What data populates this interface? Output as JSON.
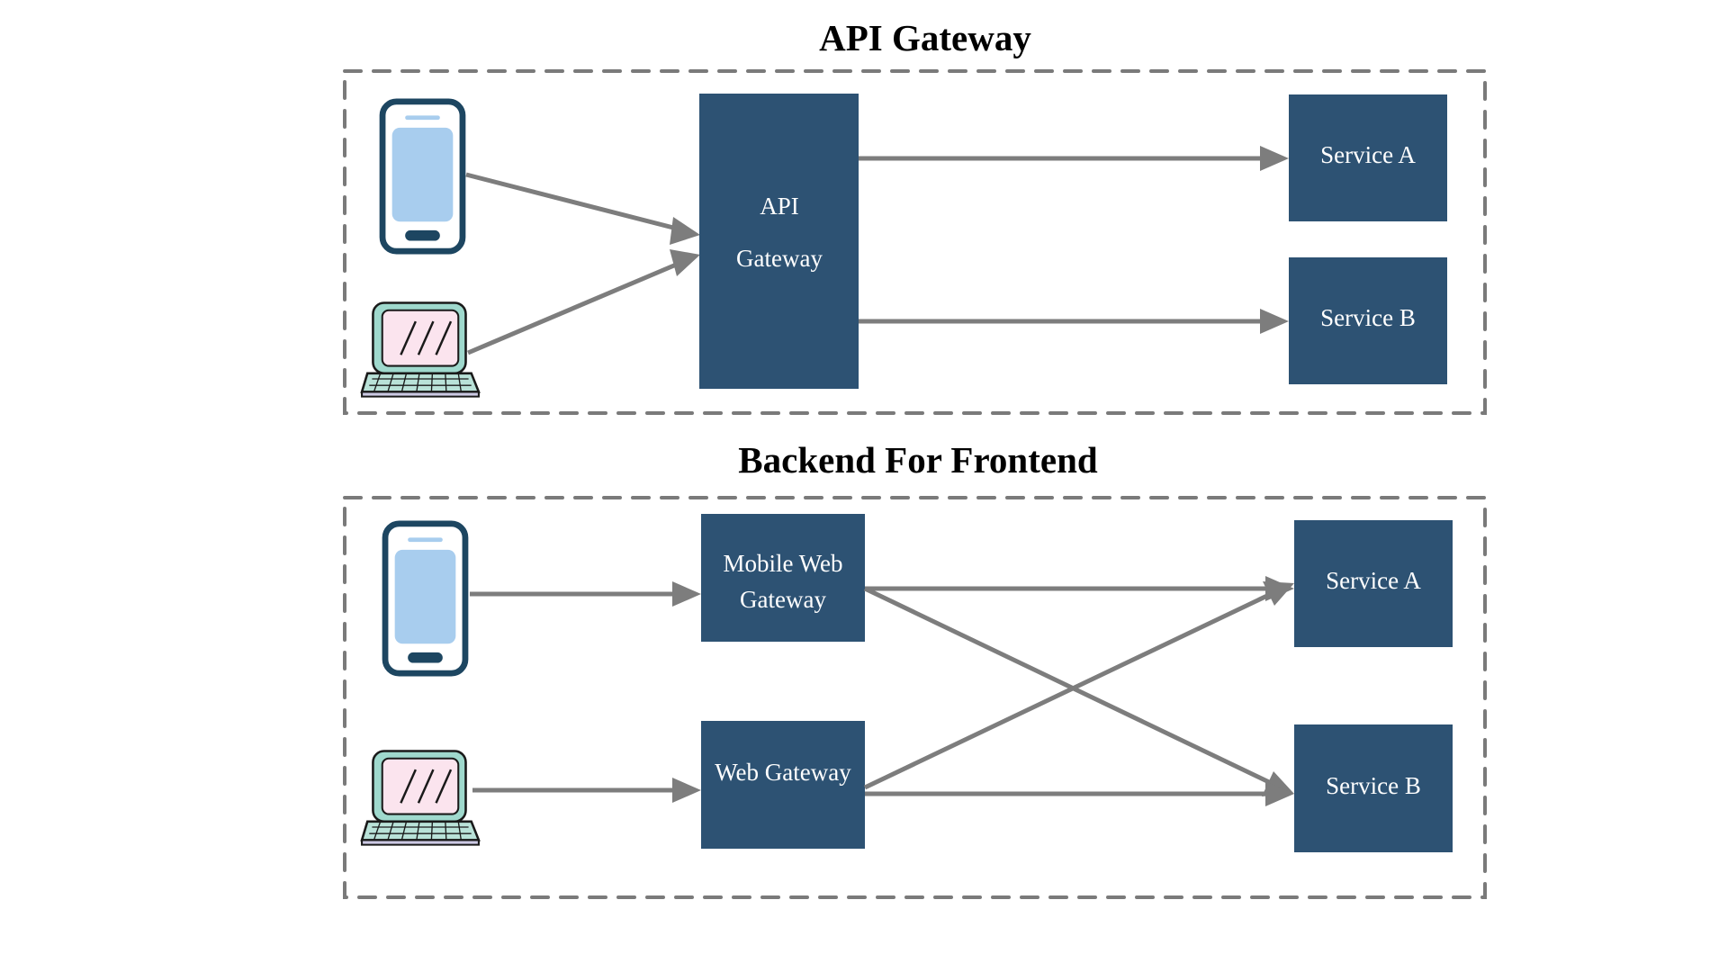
{
  "page": {
    "background": "#ffffff",
    "accent_box_color": "#2d5273",
    "arrow_color": "#7d7d7d",
    "region_border_color": "#7a7a7a",
    "title_color": "#000000"
  },
  "sections": [
    {
      "id": "api-gateway",
      "title": "API Gateway",
      "clients": [
        {
          "type": "phone-icon",
          "name": "mobile-phone-client"
        },
        {
          "type": "laptop-icon",
          "name": "laptop-client"
        }
      ],
      "gateways": [
        {
          "id": "api-gateway-node",
          "lines": [
            "API",
            "Gateway"
          ]
        }
      ],
      "services": [
        {
          "id": "service-a",
          "label": "Service A"
        },
        {
          "id": "service-b",
          "label": "Service B"
        }
      ],
      "connections": [
        {
          "from": "mobile-phone-client",
          "to": "api-gateway-node"
        },
        {
          "from": "laptop-client",
          "to": "api-gateway-node"
        },
        {
          "from": "api-gateway-node",
          "to": "service-a"
        },
        {
          "from": "api-gateway-node",
          "to": "service-b"
        }
      ]
    },
    {
      "id": "backend-for-frontend",
      "title": "Backend For Frontend",
      "clients": [
        {
          "type": "phone-icon",
          "name": "mobile-phone-client"
        },
        {
          "type": "laptop-icon",
          "name": "laptop-client"
        }
      ],
      "gateways": [
        {
          "id": "mobile-web-gateway-node",
          "lines": [
            "Mobile Web",
            "Gateway"
          ]
        },
        {
          "id": "web-gateway-node",
          "lines": [
            "Web Gateway"
          ]
        }
      ],
      "services": [
        {
          "id": "service-a",
          "label": "Service A"
        },
        {
          "id": "service-b",
          "label": "Service B"
        }
      ],
      "connections": [
        {
          "from": "mobile-phone-client",
          "to": "mobile-web-gateway-node"
        },
        {
          "from": "laptop-client",
          "to": "web-gateway-node"
        },
        {
          "from": "mobile-web-gateway-node",
          "to": "service-a"
        },
        {
          "from": "mobile-web-gateway-node",
          "to": "service-b"
        },
        {
          "from": "web-gateway-node",
          "to": "service-a"
        },
        {
          "from": "web-gateway-node",
          "to": "service-b"
        }
      ]
    }
  ],
  "labels": {
    "api_gateway_title": "API Gateway",
    "api_gateway_line1": "API",
    "api_gateway_line2": "Gateway",
    "bff_title": "Backend For Frontend",
    "mobile_web_gateway_line1": "Mobile Web",
    "mobile_web_gateway_line2": "Gateway",
    "web_gateway_line1": "Web Gateway",
    "service_a_top": "Service A",
    "service_b_top": "Service B",
    "service_a_bottom": "Service A",
    "service_b_bottom": "Service B"
  }
}
